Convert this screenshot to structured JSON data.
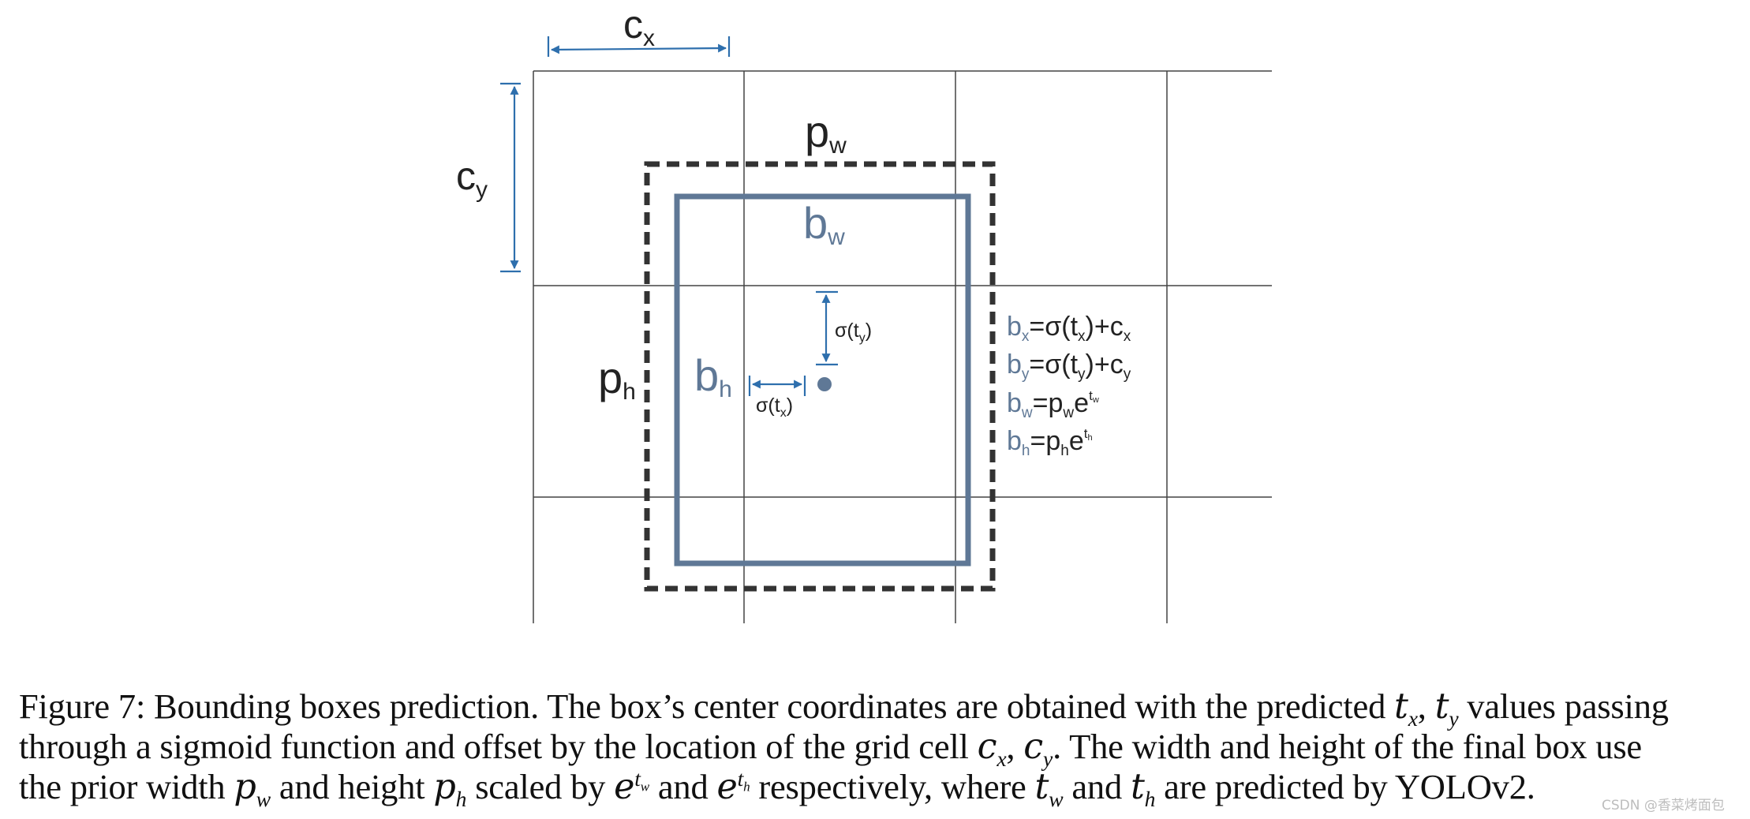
{
  "figure": {
    "grid": {
      "columns": 3,
      "rows": 3
    },
    "colors": {
      "grid_line": "#444444",
      "prior_box": "#333333",
      "predicted_box": "#5f7896",
      "dimension_arrow": "#2e6fad"
    },
    "labels": {
      "cx": {
        "base": "c",
        "sub": "x"
      },
      "cy": {
        "base": "c",
        "sub": "y"
      },
      "pw": {
        "base": "p",
        "sub": "w"
      },
      "ph": {
        "base": "p",
        "sub": "h"
      },
      "bw": {
        "base": "b",
        "sub": "w"
      },
      "bh": {
        "base": "b",
        "sub": "h"
      },
      "sigma_ty": {
        "pre": "σ(t",
        "sub": "y",
        "post": ")"
      },
      "sigma_tx": {
        "pre": "σ(t",
        "sub": "x",
        "post": ")"
      }
    },
    "equations": {
      "bx": {
        "lhs": "b",
        "lhs_sub": "x",
        "rhs1": "=σ(t",
        "rhs_sub1": "x",
        "rhs2": ")+c",
        "rhs_sub2": "x"
      },
      "by": {
        "lhs": "b",
        "lhs_sub": "y",
        "rhs1": "=σ(t",
        "rhs_sub1": "y",
        "rhs2": ")+c",
        "rhs_sub2": "y"
      },
      "bw": {
        "lhs": "b",
        "lhs_sub": "w",
        "rhs1": "=p",
        "rhs_sub1": "w",
        "rhs2": "e",
        "sup": "t",
        "sup_sub": "w"
      },
      "bh": {
        "lhs": "b",
        "lhs_sub": "h",
        "rhs1": "=p",
        "rhs_sub1": "h",
        "rhs2": "e",
        "sup": "t",
        "sup_sub": "h"
      }
    }
  },
  "caption": {
    "line1": {
      "a": "Figure 7: Bounding boxes prediction. The box’s center coordinates are obtained with the predicted ",
      "tx_base": "t",
      "tx_sub": "x",
      "comma": ", ",
      "ty_base": "t",
      "ty_sub": "y",
      "b": " values passing"
    },
    "line2": {
      "a": "through a sigmoid function and offset by the location of the grid cell ",
      "cx_base": "c",
      "cx_sub": "x",
      "comma": ", ",
      "cy_base": "c",
      "cy_sub": "y",
      "b": ". The width and height of the final box use"
    },
    "line3": {
      "a": "the prior width ",
      "pw_base": "p",
      "pw_sub": "w",
      "b": " and height ",
      "ph_base": "p",
      "ph_sub": "h",
      "c": " scaled by ",
      "e1_base": "e",
      "e1_sup": "t",
      "e1_sup_sub": "w",
      "d": " and ",
      "e2_base": "e",
      "e2_sup": "t",
      "e2_sup_sub": "h",
      "e": " respectively, where ",
      "tw_base": "t",
      "tw_sub": "w",
      "f": " and ",
      "th_base": "t",
      "th_sub": "h",
      "g": " are predicted by YOLOv2."
    }
  },
  "watermark": "CSDN @香菜烤面包"
}
